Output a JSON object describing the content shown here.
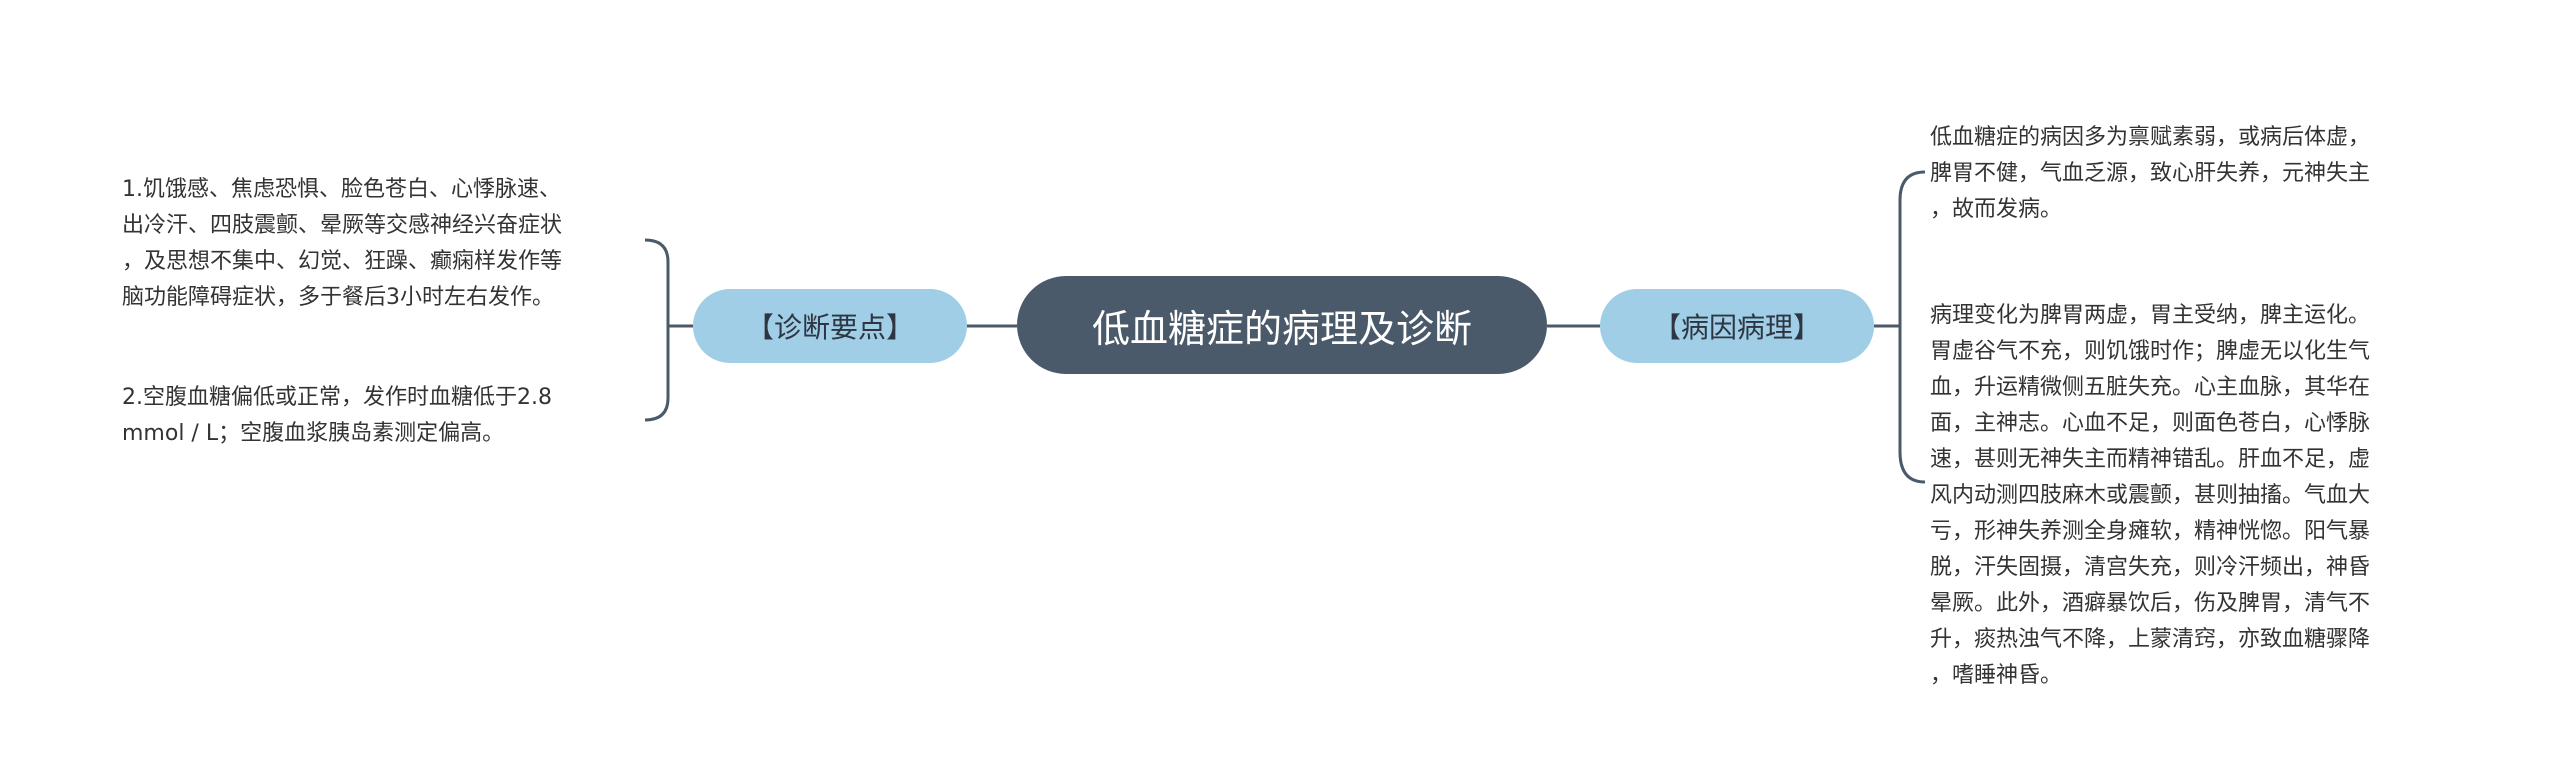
{
  "diagram": {
    "root": {
      "label": "低血糖症的病理及诊断"
    },
    "left_branch": {
      "label": "【诊断要点】",
      "leaves": [
        {
          "text": "1.饥饿感、焦虑恐惧、脸色苍白、心悸脉速、\n出冷汗、四肢震颤、晕厥等交感神经兴奋症状\n，及思想不集中、幻觉、狂躁、癫痫样发作等\n脑功能障碍症状，多于餐后3小时左右发作。"
        },
        {
          "text": "2.空腹血糖偏低或正常，发作时血糖低于2.8\nmmol / L；空腹血浆胰岛素测定偏高。"
        }
      ]
    },
    "right_branch": {
      "label": "【病因病理】",
      "leaves": [
        {
          "text": "低血糖症的病因多为禀赋素弱，或病后体虚，\n脾胃不健，气血乏源，致心肝失养，元神失主\n，故而发病。"
        },
        {
          "text": "病理变化为脾胃两虚，胃主受纳，脾主运化。\n胃虚谷气不充，则饥饿时作；脾虚无以化生气\n血，升运精微侧五脏失充。心主血脉，其华在\n面，主神志。心血不足，则面色苍白，心悸脉\n速，甚则无神失主而精神错乱。肝血不足，虚\n风内动测四肢麻木或震颤，甚则抽搐。气血大\n亏，形神失养测全身瘫软，精神恍惚。阳气暴\n脱，汗失固摄，清宫失充，则冷汗频出，神昏\n晕厥。此外，酒癖暴饮后，伤及脾胃，清气不\n升，痰热浊气不降，上蒙清窍，亦致血糖骤降\n，嗜睡神昏。"
        }
      ]
    }
  },
  "colors": {
    "root_fill": "#4b5a6a",
    "branch_fill": "#9fcee6",
    "connector": "#4b5a6a",
    "text": "#333333"
  }
}
